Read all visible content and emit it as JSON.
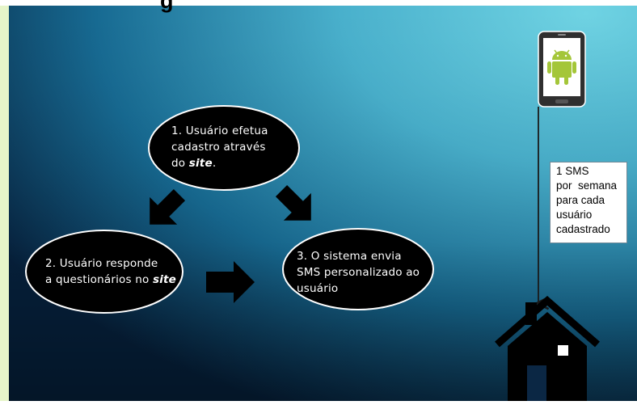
{
  "title_fragment": "g",
  "steps": [
    {
      "number": "1.",
      "lines": [
        {
          "text": "1. Usuário efetua"
        },
        {
          "text": "cadastro através"
        },
        {
          "text": "do ",
          "emph": "site",
          "after": "."
        }
      ]
    },
    {
      "number": "2.",
      "lines": [
        {
          "text": "2. Usuário responde"
        },
        {
          "text": "a questionários no ",
          "emph": "site"
        }
      ]
    },
    {
      "number": "3.",
      "lines": [
        {
          "text": "3. O sistema envia"
        },
        {
          "text": "SMS personalizado ao"
        },
        {
          "text": "usuário"
        }
      ]
    }
  ],
  "sms_note_lines": [
    "1 SMS",
    "por  semana",
    "para cada",
    "usuário",
    "cadastrado"
  ],
  "icons": [
    "android-phone-icon",
    "house-icon",
    "arrow-down-right-icon",
    "arrow-down-left-icon",
    "arrow-right-icon",
    "connector-arrow-down-icon"
  ],
  "colors": {
    "background_top": "#5cc5da",
    "background_bottom": "#06213d",
    "left_accent": "#e6f5c9",
    "oval_fill": "#000000",
    "phone_body": "#2f2f2f",
    "android_green": "#a4c639"
  }
}
